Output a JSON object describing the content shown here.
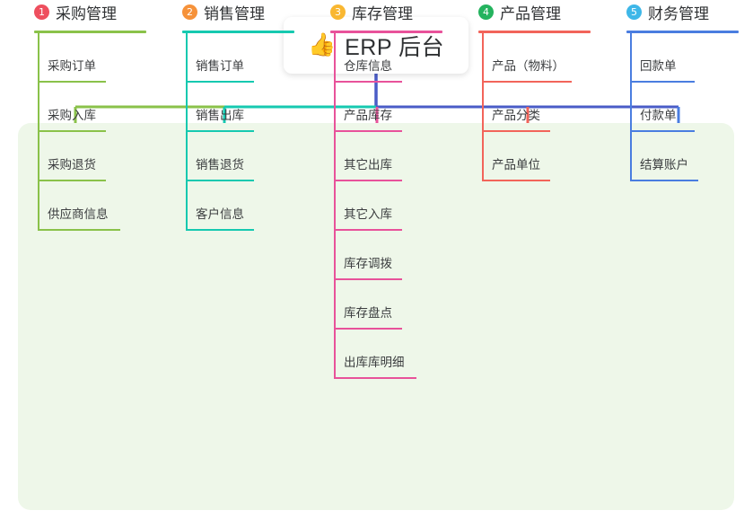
{
  "root": {
    "icon": "thumbs-up-emoji",
    "emoji": "👍",
    "title": "ERP 后台"
  },
  "panel": {
    "background": "#eef7e9"
  },
  "connector_colors": {
    "trunk": "#4a5cc7",
    "segment_green": "#8ac24a",
    "segment_teal": "#16c9b0",
    "segment_blue": "#4a5cc7",
    "drop_1": "#8ac24a",
    "drop_2": "#16c9b0",
    "drop_3": "#e8529a",
    "drop_4": "#f2645a",
    "drop_5": "#4a7de0"
  },
  "columns": [
    {
      "badge": "1",
      "badge_color": "#ee4f5e",
      "title": "采购管理",
      "line_color": "#8ac24a",
      "items": [
        {
          "label": "采购订单",
          "rule_width": 76
        },
        {
          "label": "采购入库",
          "rule_width": 76
        },
        {
          "label": "采购退货",
          "rule_width": 76
        },
        {
          "label": "供应商信息",
          "rule_width": 92
        }
      ]
    },
    {
      "badge": "2",
      "badge_color": "#f6923a",
      "title": "销售管理",
      "line_color": "#16c9b0",
      "items": [
        {
          "label": "销售订单",
          "rule_width": 76
        },
        {
          "label": "销售出库",
          "rule_width": 76
        },
        {
          "label": "销售退货",
          "rule_width": 76
        },
        {
          "label": "客户信息",
          "rule_width": 76
        }
      ]
    },
    {
      "badge": "3",
      "badge_color": "#f9b731",
      "title": "库存管理",
      "line_color": "#e8529a",
      "items": [
        {
          "label": "仓库信息",
          "rule_width": 76
        },
        {
          "label": "产品库存",
          "rule_width": 76
        },
        {
          "label": "其它出库",
          "rule_width": 76
        },
        {
          "label": "其它入库",
          "rule_width": 76
        },
        {
          "label": "库存调拨",
          "rule_width": 76
        },
        {
          "label": "库存盘点",
          "rule_width": 76
        },
        {
          "label": "出库库明细",
          "rule_width": 92
        }
      ]
    },
    {
      "badge": "4",
      "badge_color": "#24b35e",
      "title": "产品管理",
      "line_color": "#f2645a",
      "items": [
        {
          "label": "产品（物料）",
          "rule_width": 100
        },
        {
          "label": "产品分类",
          "rule_width": 76
        },
        {
          "label": "产品单位",
          "rule_width": 76
        }
      ]
    },
    {
      "badge": "5",
      "badge_color": "#3eb7e8",
      "title": "财务管理",
      "line_color": "#4a7de0",
      "items": [
        {
          "label": "回款单",
          "rule_width": 72
        },
        {
          "label": "付款单",
          "rule_width": 72
        },
        {
          "label": "结算账户",
          "rule_width": 76
        }
      ]
    }
  ]
}
